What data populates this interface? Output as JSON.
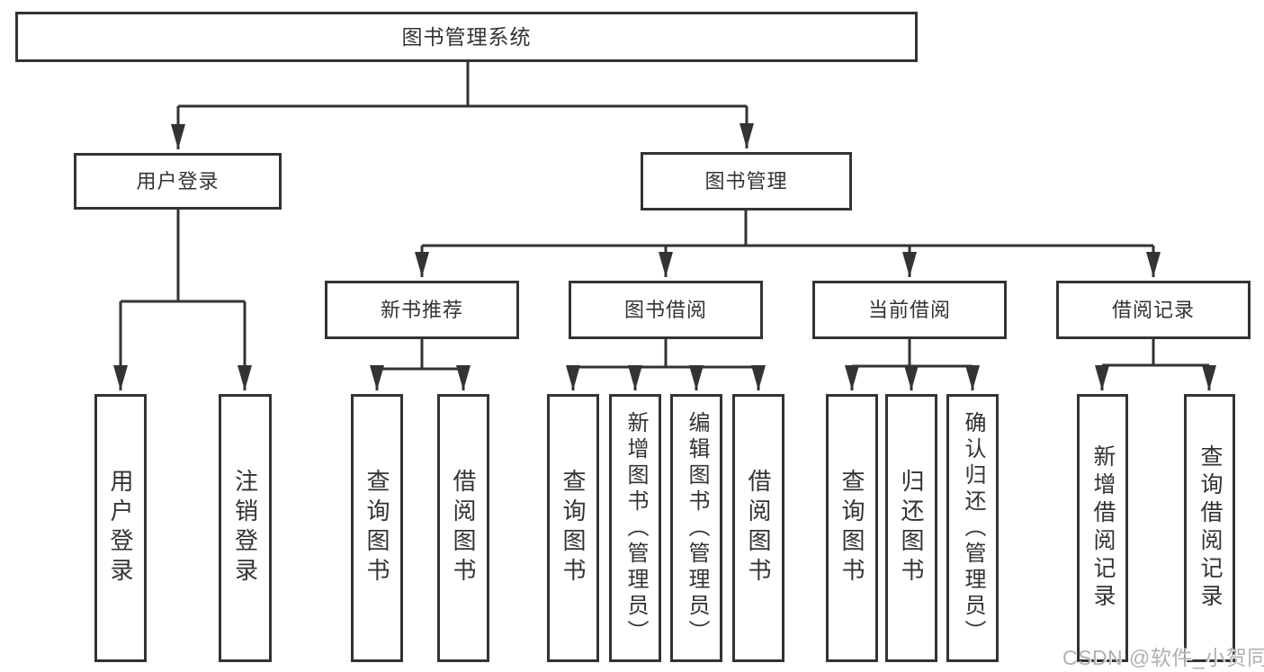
{
  "colors": {
    "line": "#333333",
    "box_border": "#333333",
    "box_fill": "#ffffff",
    "text": "#333333",
    "watermark": "#b0b0b0",
    "background": "#ffffff"
  },
  "watermark": "CSDN @软件_小贺同学",
  "tree": {
    "root": {
      "label": "图书管理系统"
    },
    "branches": [
      {
        "label": "用户登录",
        "children": [
          {
            "label": "用户登录"
          },
          {
            "label": "注销登录"
          }
        ]
      },
      {
        "label": "图书管理",
        "children": [
          {
            "label": "新书推荐",
            "children": [
              {
                "label": "查询图书"
              },
              {
                "label": "借阅图书"
              }
            ]
          },
          {
            "label": "图书借阅",
            "children": [
              {
                "label": "查询图书"
              },
              {
                "label": "新增图书（管理员）"
              },
              {
                "label": "编辑图书（管理员）"
              },
              {
                "label": "借阅图书"
              }
            ]
          },
          {
            "label": "当前借阅",
            "children": [
              {
                "label": "查询图书"
              },
              {
                "label": "归还图书"
              },
              {
                "label": "确认归还（管理员）"
              }
            ]
          },
          {
            "label": "借阅记录",
            "children": [
              {
                "label": "新增借阅记录"
              },
              {
                "label": "查询借阅记录"
              }
            ]
          }
        ]
      }
    ]
  }
}
